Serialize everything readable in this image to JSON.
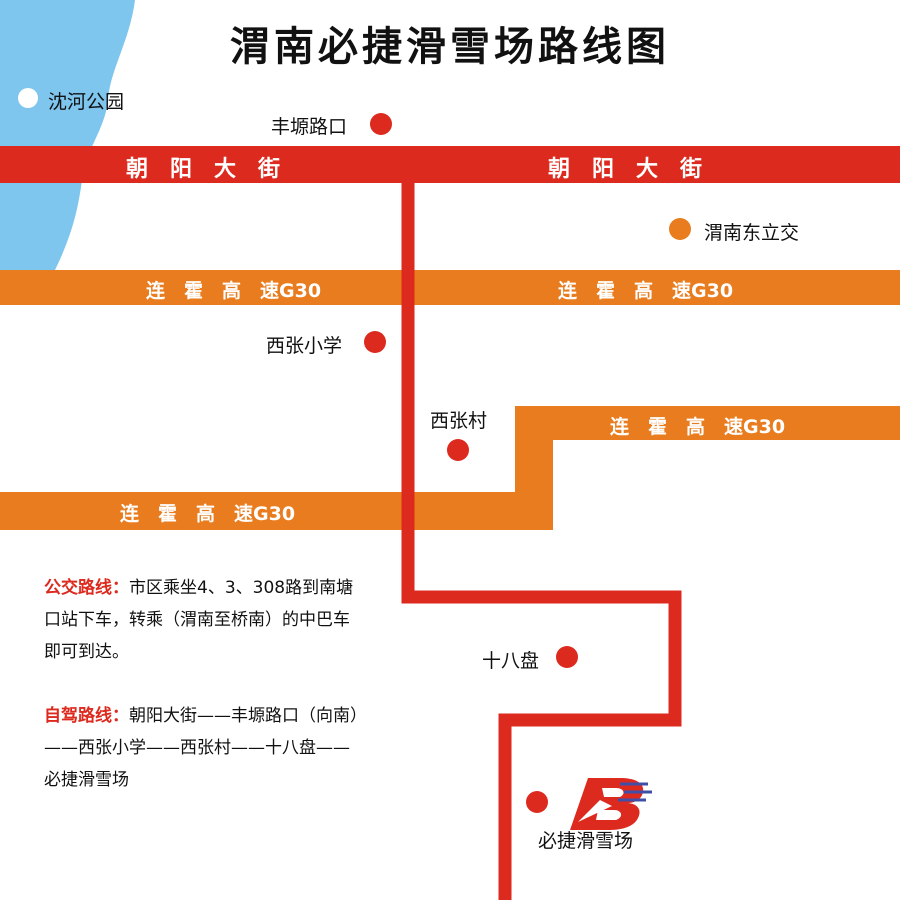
{
  "title": "渭南必捷滑雪场路线图",
  "roads": {
    "chaoyang": "朝　阳　大　街",
    "lianhuo": "连　霍　高　速G30"
  },
  "places": {
    "shenhe_park": "沈河公园",
    "fengyuan": "丰塬路口",
    "weinan_east": "渭南东立交",
    "xizhang_school": "西张小学",
    "xizhang_village": "西张村",
    "shibapan": "十八盘",
    "bijie": "必捷滑雪场"
  },
  "notes": {
    "bus_label": "公交路线：",
    "bus_text": "市区乘坐4、3、308路到南塘口站下车，转乘（渭南至桥南）的中巴车即可到达。",
    "drive_label": "自驾路线：",
    "drive_text": "朝阳大街——丰塬路口（向南）——西张小学——西张村——十八盘——必捷滑雪场"
  },
  "colors": {
    "main_road": "#dd2a1e",
    "expressway": "#e87c1e",
    "water": "#7ec6ee",
    "water_point": "#ffffff",
    "landmark": "#dd2a1e",
    "interchange": "#e87c1e"
  },
  "icons": {
    "logo": "bijie-ski-logo"
  }
}
